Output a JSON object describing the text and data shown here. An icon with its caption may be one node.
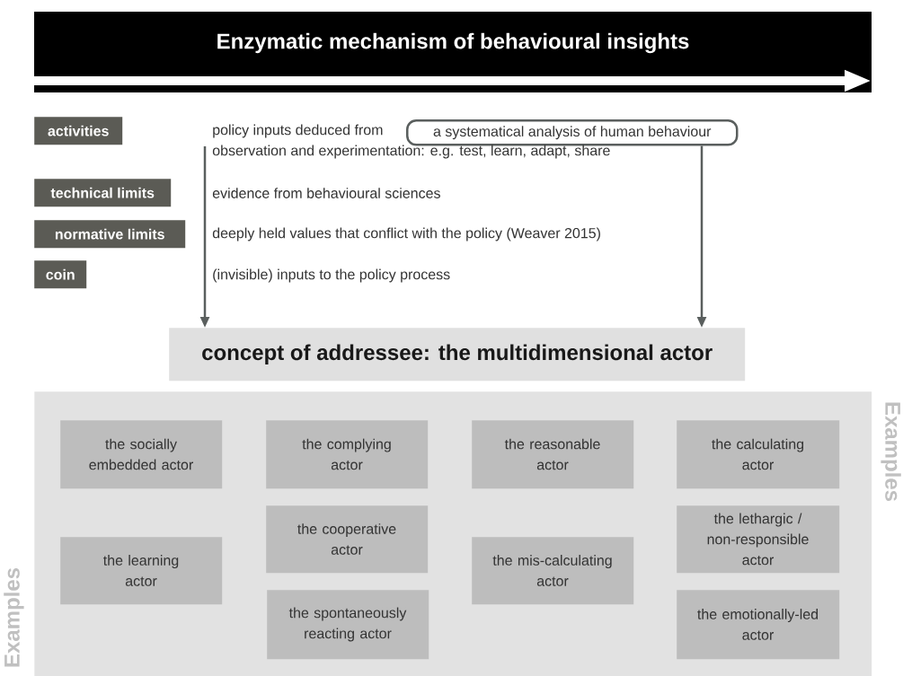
{
  "diagram": {
    "nodes": [
      {
        "text": [
          "Enzymatic mechanism of behavioural insights"
        ]
      },
      {
        "text": [
          "activities"
        ]
      },
      {
        "text": [
          "technical limits"
        ]
      },
      {
        "text": [
          "normative limits"
        ]
      },
      {
        "text": [
          "coin"
        ]
      },
      {
        "text": [
          "a systematical analysis of human behaviour"
        ]
      },
      {
        "text": [
          "concept of addressee: the multidimensional actor"
        ]
      },
      {
        "text": [
          "Examples",
          "Examples"
        ]
      },
      {
        "text": [
          "the socially embedded actor"
        ],
        "in": 7
      },
      {
        "text": [
          "the learning actor"
        ],
        "in": 7
      },
      {
        "text": [
          "the complying actor"
        ],
        "in": 7
      },
      {
        "text": [
          "the cooperative actor"
        ],
        "in": 7
      },
      {
        "text": [
          "the spontaneously reacting actor"
        ],
        "in": 7
      },
      {
        "text": [
          "the reasonable actor"
        ],
        "in": 7
      },
      {
        "text": [
          "the mis-calculating actor"
        ],
        "in": 7
      },
      {
        "text": [
          "the calculating actor"
        ],
        "in": 7
      },
      {
        "text": [
          "the lethargic / non-responsible actor"
        ],
        "in": 7
      },
      {
        "text": [
          "the emotionally-led actor"
        ],
        "in": 7
      }
    ],
    "edges": [
      {
        "from": null,
        "to": 6,
        "arrow": "to"
      },
      {
        "from": 5,
        "to": 6,
        "arrow": "to"
      }
    ],
    "labels": [
      "policy inputs deduced from",
      "observation and experimentation: e.g. test, learn, adapt, share",
      "evidence from behavioural sciences",
      "deeply held values that conflict with the policy (Weaver 2015)",
      "(invisible) inputs to the policy process"
    ]
  }
}
